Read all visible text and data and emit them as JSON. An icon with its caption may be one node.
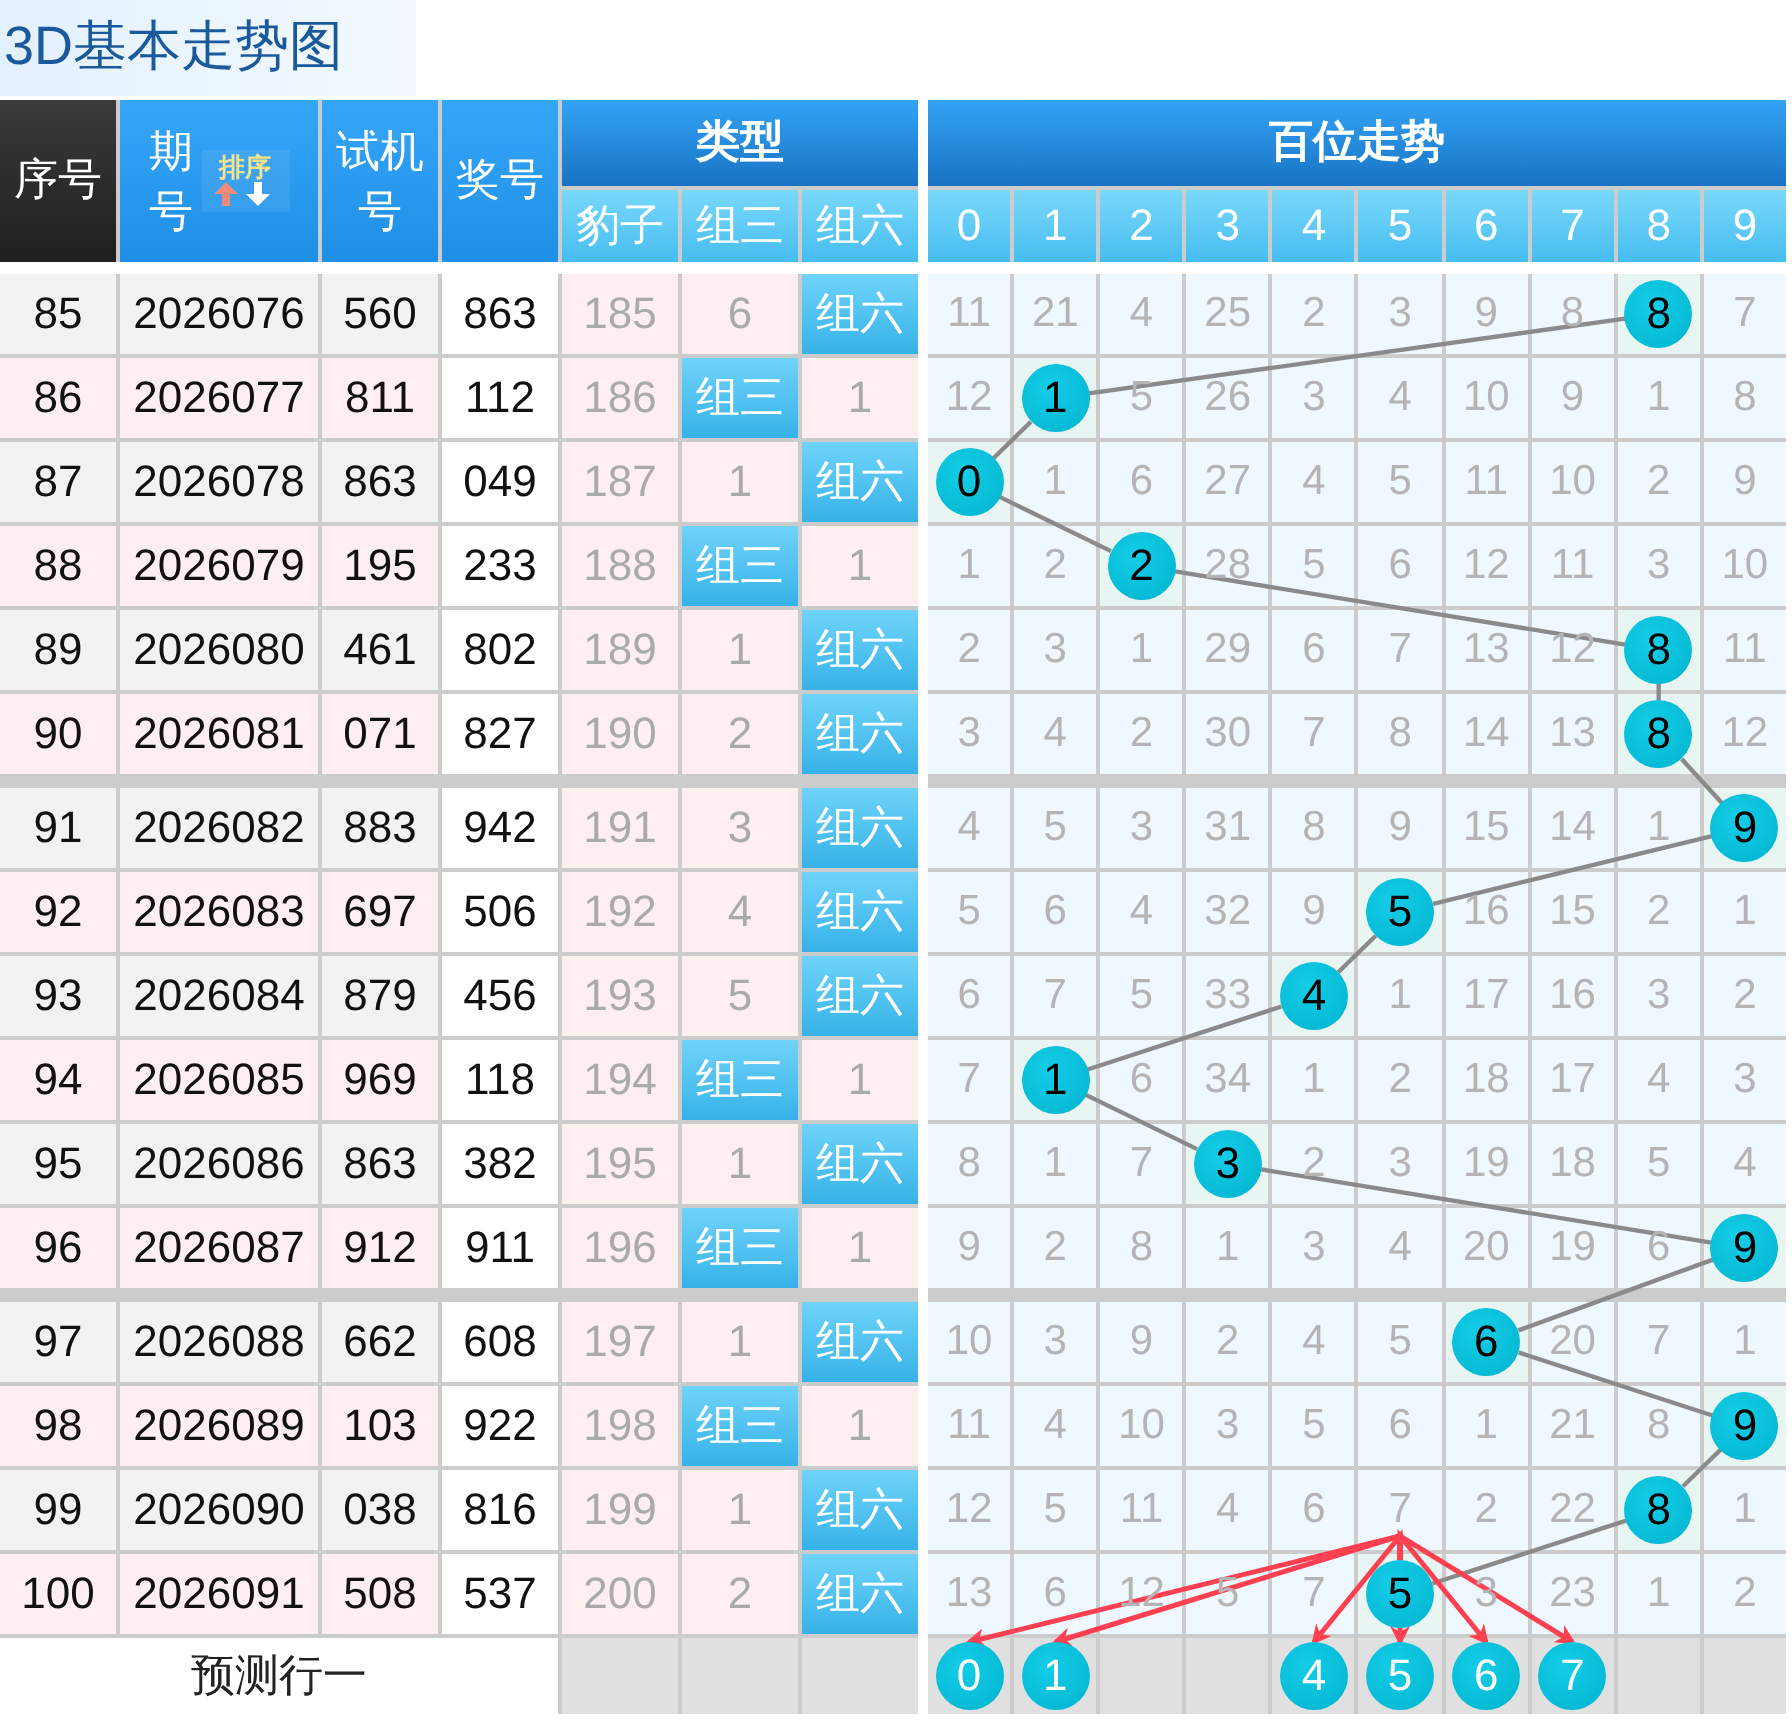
{
  "diagram": {
    "title": "3D基本走势图",
    "nodes": [
      {
        "text": [
          "8"
        ]
      },
      {
        "text": [
          "1"
        ]
      },
      {
        "text": [
          "0"
        ]
      },
      {
        "text": [
          "2"
        ]
      },
      {
        "text": [
          "8"
        ]
      },
      {
        "text": [
          "8"
        ]
      },
      {
        "text": [
          "9"
        ]
      },
      {
        "text": [
          "5"
        ]
      },
      {
        "text": [
          "4"
        ]
      },
      {
        "text": [
          "1"
        ]
      },
      {
        "text": [
          "3"
        ]
      },
      {
        "text": [
          "9"
        ]
      },
      {
        "text": [
          "6"
        ]
      },
      {
        "text": [
          "9"
        ]
      },
      {
        "text": [
          "8"
        ]
      },
      {
        "text": [
          "5"
        ]
      },
      {
        "text": [
          "0"
        ]
      },
      {
        "text": [
          "1"
        ]
      },
      {
        "text": [
          "4"
        ]
      },
      {
        "text": [
          "5"
        ]
      },
      {
        "text": [
          "6"
        ]
      },
      {
        "text": [
          "7"
        ]
      }
    ],
    "edges": [
      {
        "from": 0,
        "to": 1,
        "arrow": "none"
      },
      {
        "from": 1,
        "to": 2,
        "arrow": "none"
      },
      {
        "from": 2,
        "to": 3,
        "arrow": "none"
      },
      {
        "from": 3,
        "to": 4,
        "arrow": "none"
      },
      {
        "from": 4,
        "to": 5,
        "arrow": "none"
      },
      {
        "from": 5,
        "to": 6,
        "arrow": "none"
      },
      {
        "from": 6,
        "to": 7,
        "arrow": "none"
      },
      {
        "from": 7,
        "to": 8,
        "arrow": "none"
      },
      {
        "from": 8,
        "to": 9,
        "arrow": "none"
      },
      {
        "from": 9,
        "to": 10,
        "arrow": "none"
      },
      {
        "from": 10,
        "to": 11,
        "arrow": "none"
      },
      {
        "from": 11,
        "to": 12,
        "arrow": "none"
      },
      {
        "from": 12,
        "to": 13,
        "arrow": "none"
      },
      {
        "from": 13,
        "to": 14,
        "arrow": "none"
      },
      {
        "from": 14,
        "to": 15,
        "arrow": "none"
      },
      {
        "from": 15,
        "to": 16,
        "arrow": "to",
        "color": "#ff4050"
      },
      {
        "from": 15,
        "to": 17,
        "arrow": "to",
        "color": "#ff4050"
      },
      {
        "from": 15,
        "to": 18,
        "arrow": "to",
        "color": "#ff4050"
      },
      {
        "from": 15,
        "to": 19,
        "arrow": "to",
        "color": "#ff4050"
      },
      {
        "from": 15,
        "to": 20,
        "arrow": "to",
        "color": "#ff4050"
      },
      {
        "from": 15,
        "to": 21,
        "arrow": "to",
        "color": "#ff4050"
      }
    ],
    "labels": [
      "序号",
      "期号",
      "排序",
      "试机号",
      "奖号",
      "类型",
      "豹子",
      "组三",
      "组六",
      "百位走势",
      "0",
      "1",
      "2",
      "3",
      "4",
      "5",
      "6",
      "7",
      "8",
      "9",
      "85",
      "2026076",
      "560",
      "863",
      "185",
      "6",
      "组六",
      "11",
      "21",
      "4",
      "25",
      "2",
      "3",
      "9",
      "8",
      "7",
      "86",
      "2026077",
      "811",
      "112",
      "186",
      "组三",
      "1",
      "12",
      "5",
      "26",
      "3",
      "4",
      "10",
      "9",
      "1",
      "8",
      "87",
      "2026078",
      "863",
      "049",
      "187",
      "1",
      "组六",
      "1",
      "6",
      "27",
      "4",
      "5",
      "11",
      "10",
      "2",
      "9",
      "88",
      "2026079",
      "195",
      "233",
      "188",
      "组三",
      "1",
      "1",
      "2",
      "28",
      "5",
      "6",
      "12",
      "11",
      "3",
      "10",
      "89",
      "2026080",
      "461",
      "802",
      "189",
      "1",
      "组六",
      "2",
      "3",
      "1",
      "29",
      "6",
      "7",
      "13",
      "12",
      "11",
      "90",
      "2026081",
      "071",
      "827",
      "190",
      "2",
      "组六",
      "3",
      "4",
      "2",
      "30",
      "7",
      "8",
      "14",
      "13",
      "12",
      "91",
      "2026082",
      "883",
      "942",
      "191",
      "3",
      "组六",
      "4",
      "5",
      "3",
      "31",
      "8",
      "9",
      "15",
      "14",
      "1",
      "92",
      "2026083",
      "697",
      "506",
      "192",
      "4",
      "组六",
      "5",
      "6",
      "4",
      "32",
      "9",
      "16",
      "15",
      "2",
      "1",
      "93",
      "2026084",
      "879",
      "456",
      "193",
      "5",
      "组六",
      "6",
      "7",
      "5",
      "33",
      "1",
      "17",
      "16",
      "3",
      "2",
      "94",
      "2026085",
      "969",
      "118",
      "194",
      "组三",
      "1",
      "7",
      "6",
      "34",
      "1",
      "2",
      "18",
      "17",
      "4",
      "3",
      "95",
      "2026086",
      "863",
      "382",
      "195",
      "1",
      "组六",
      "8",
      "1",
      "7",
      "2",
      "3",
      "19",
      "18",
      "5",
      "4",
      "96",
      "2026087",
      "912",
      "911",
      "196",
      "组三",
      "1",
      "9",
      "2",
      "8",
      "1",
      "3",
      "4",
      "20",
      "19",
      "6",
      "97",
      "2026088",
      "662",
      "608",
      "197",
      "1",
      "组六",
      "10",
      "3",
      "9",
      "2",
      "4",
      "5",
      "20",
      "7",
      "1",
      "98",
      "2026089",
      "103",
      "922",
      "198",
      "组三",
      "1",
      "11",
      "4",
      "10",
      "3",
      "5",
      "6",
      "1",
      "21",
      "8",
      "99",
      "2026090",
      "038",
      "816",
      "199",
      "1",
      "组六",
      "12",
      "5",
      "11",
      "4",
      "6",
      "7",
      "2",
      "22",
      "1",
      "100",
      "2026091",
      "508",
      "537",
      "200",
      "2",
      "组六",
      "13",
      "6",
      "12",
      "5",
      "7",
      "3",
      "23",
      "1",
      "2",
      "预测行一"
    ]
  }
}
